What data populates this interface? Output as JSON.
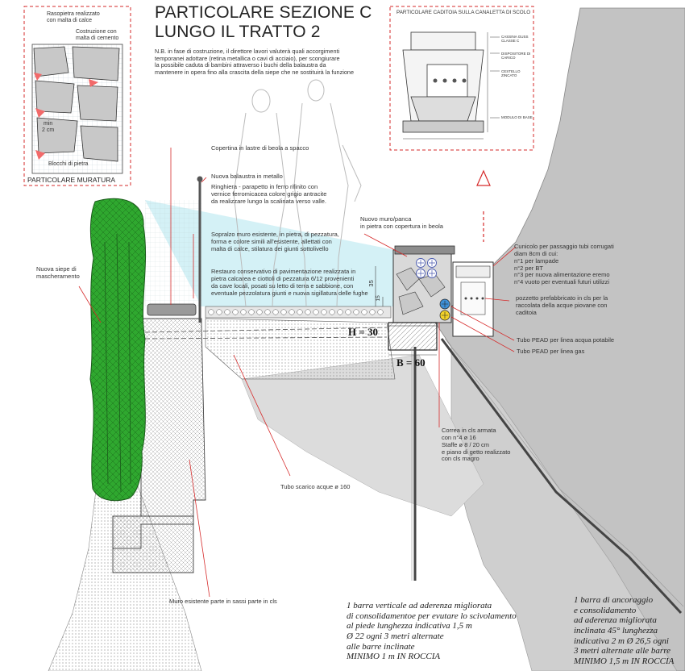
{
  "title": "PARTICOLARE SEZIONE C\nLUNGO IL TRATTO 2",
  "nb_note": "N.B.  in fase di costruzione, il direttore lavori valuterà quali accorgimenti\ntemporanei adottare (retina metallica o cavi di acciaio), per scongiurare\nla possibile caduta di bambini attraverso i buchi della balaustra da\nmantenere in opera fino alla crascita della siepe che ne sostituirà la funzione",
  "muratura": {
    "caption": "PARTICOLARE MURATURA",
    "rasopietra": "Rasopietra realizzato\ncon malta di calce",
    "costruzione": "Costruzione con\nmalta di cemento",
    "min": "min\n2 cm",
    "blocchi": "Blocchi di pietra"
  },
  "caditoia": {
    "caption": "PARTICOLARE CADITOIA SULLA CANALETTA DI SCOLO",
    "labels": [
      "CASSINA GUSS CLASSE C",
      "DISPOSITORE DI CARICO",
      "CESTELLO ZINCATO",
      "MODULO DI BASE"
    ]
  },
  "labels": {
    "copertina": "Copertina in lastre di beola a spacco",
    "balaustra": "Nuova balaustra in metallo",
    "ringhiera": "Ringhiera - parapetto in ferro rifinito con\nvernice ferromicacea colore grigio antracite\nda realizzare lungo la scalinata verso valle.",
    "sopralzo": "Sopralzo muro esistente, in pietra, di pezzatura,\nforma e colore simili all'esistente, allettati con\nmalta di calce, stilatura dei giunti sottolivello",
    "restauro": "Restauro conservativo di pavimentazione  realizzata in\npietra calcarea e ciottoli di pezzatura 6/12 provenienti\nda cave locali, posati su letto di terra e sabbione, con\neventuale pezzolatura giunti e nuova sigillatura delle fughe",
    "siepe": "Nuova siepe di\nmascheramento",
    "nuovo_muro": "Nuovo muro/panca\nin pietra con copertura in beola",
    "cunicolo": "Cunicolo per passaggio tubi corrugati\ndiam 8cm di cui:\nn°1 per lampade\nn°2 per BT\nn°3 per nuova alimentazione eremo\nn°4 vuoto per eventuali futuri utilizzi",
    "pozzetto": "pozzetto prefabbricato in cls per la\nraccolata della acque piovane con\ncaditoia",
    "pead_acqua": "Tubo PEAD  per linea acqua potabile",
    "pead_gas": "Tubo PEAD  per linea gas",
    "correa": "Correa in cls armata\n con n°4 ø 16\nStaffe ø 8 / 20 cm\ne piano di getto realizzato\ncon cls magro",
    "tubo_scarico": "Tubo scarico acque ø 160",
    "muro_esistente": "Muro esistente parte in sassi parte in cls",
    "h_dim": "H = 30",
    "b_dim": "B =   60",
    "dim_35": "35",
    "dim_15": "15"
  },
  "notes": {
    "barra_verticale": "1 barra  verticale  ad aderenza migliorata\ndi consolidamentoe per evutare lo scivolamento\nal piede lunghezza indicativa 1,5  m\nØ  22   ogni 3 metri  alternate\nalle barre inclinate\nMINIMO 1 m IN ROCCIA",
    "barra_ancoraggio": "1 barra di ancoraggio\ne consolidamento\nad aderenza migliorata\ninclinata 45° lunghezza\nindicativa 2  m  Ø  26,5 ogni\n3 metri alternate alle barre\nMINIMO 1,5 m IN ROCCIA"
  },
  "colors": {
    "hedge": "#2fa82f",
    "rock": "#bdbdbd",
    "callout_red": "#d62a2a",
    "sky_cyan": "#bfe9f2",
    "pipe_blue": "#3d8fd6",
    "pipe_yellow": "#f2d22a"
  }
}
